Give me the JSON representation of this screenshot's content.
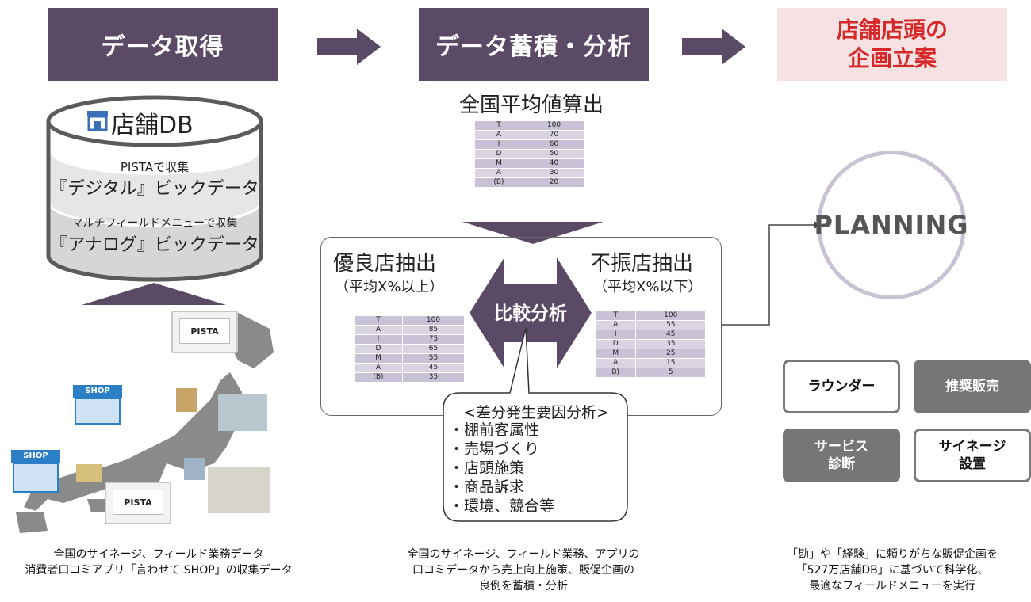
{
  "headers": {
    "acquire": "データ取得",
    "accumulate": "データ蓄積・分析",
    "plan_line1": "店舗店頭の",
    "plan_line2": "企画立案"
  },
  "db": {
    "title": "店舗DB",
    "digital_sub": "PISTAで収集",
    "digital_main": "『デジタル』ビックデータ",
    "analog_sub": "マルチフィールドメニューで収集",
    "analog_main": "『アナログ』ビックデータ"
  },
  "map": {
    "shop_label": "SHOP",
    "pista_label": "PISTA"
  },
  "national": {
    "title": "全国平均値算出",
    "rows": [
      {
        "k": "T",
        "v": "100"
      },
      {
        "k": "A",
        "v": "70"
      },
      {
        "k": "I",
        "v": "60"
      },
      {
        "k": "D",
        "v": "50"
      },
      {
        "k": "M",
        "v": "40"
      },
      {
        "k": "A",
        "v": "30"
      },
      {
        "k": "(B)",
        "v": "20"
      }
    ]
  },
  "good": {
    "title": "優良店抽出",
    "sub": "（平均X%以上）",
    "rows": [
      {
        "k": "T",
        "v": "100"
      },
      {
        "k": "A",
        "v": "85"
      },
      {
        "k": "I",
        "v": "75"
      },
      {
        "k": "D",
        "v": "65"
      },
      {
        "k": "M",
        "v": "55"
      },
      {
        "k": "A",
        "v": "45"
      },
      {
        "k": "(B)",
        "v": "35"
      }
    ]
  },
  "poor": {
    "title": "不振店抽出",
    "sub": "（平均X%以下）",
    "rows": [
      {
        "k": "T",
        "v": "100"
      },
      {
        "k": "A",
        "v": "55"
      },
      {
        "k": "I",
        "v": "45"
      },
      {
        "k": "D",
        "v": "35"
      },
      {
        "k": "M",
        "v": "25"
      },
      {
        "k": "A",
        "v": "15"
      },
      {
        "k": "B)",
        "v": "5"
      }
    ]
  },
  "compare": "比較分析",
  "factors": {
    "title": "<差分発生要因分析>",
    "items": [
      "・棚前客属性",
      "・売場づくり",
      "・店頭施策",
      "・商品訴求",
      "・環境、競合等"
    ]
  },
  "planning": "PLANNING",
  "menu": {
    "rounder": "ラウンダー",
    "recommend": "推奨販売",
    "service_l1": "サービス",
    "service_l2": "診断",
    "signage_l1": "サイネージ",
    "signage_l2": "設置"
  },
  "captions": {
    "left_l1": "全国のサイネージ、フィールド業務データ",
    "left_l2": "消費者口コミアプリ「言わせて.SHOP」の収集データ",
    "mid_l1": "全国のサイネージ、フィールド業務、アプリの",
    "mid_l2": "口コミデータから売上向上施策、販促企画の",
    "mid_l3": "良例を蓄積・分析",
    "right_l1": "「勘」や「経験」に頼りがちな販促企画を",
    "right_l2": "「527万店舗DB」に基づいて科学化、",
    "right_l3": "最適なフィールドメニューを実行"
  },
  "colors": {
    "header": "#5b4a66",
    "arrow": "#5b4a66",
    "plan_bg": "#f6e2e2",
    "plan_text": "#d62828",
    "gray_btn": "#767676"
  }
}
